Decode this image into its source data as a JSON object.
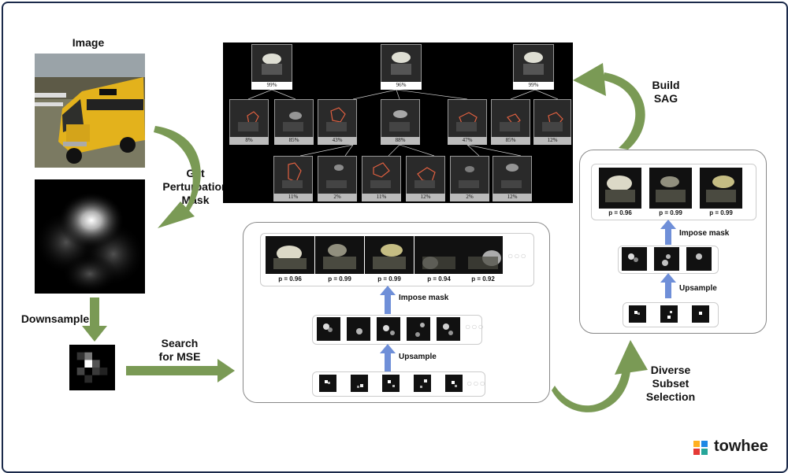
{
  "labels": {
    "image": "Image",
    "get_perturbation_mask": [
      "Get",
      "Perturbation",
      "Mask"
    ],
    "downsample": "Downsample",
    "search_for_mse": [
      "Search",
      "for MSE"
    ],
    "impose_mask": "Impose mask",
    "upsample": "Upsample",
    "build_sag": [
      "Build",
      "SAG"
    ],
    "diverse_subset_selection": [
      "Diverse",
      "Subset",
      "Selection"
    ]
  },
  "middle_panel": {
    "probabilities": [
      "p = 0.96",
      "p = 0.99",
      "p = 0.99",
      "p = 0.94",
      "p = 0.92"
    ],
    "ellipsis": "○○○"
  },
  "right_panel": {
    "probabilities": [
      "p = 0.96",
      "p = 0.99",
      "p = 0.99"
    ]
  },
  "sag": {
    "top_row": [
      "99%",
      "96%",
      "99%"
    ],
    "middle_row": [
      "8%",
      "85%",
      "43%",
      "88%",
      "47%",
      "85%",
      "12%"
    ],
    "bottom_row": [
      "11%",
      "2%",
      "11%",
      "12%",
      "2%",
      "12%"
    ]
  },
  "brand": {
    "name": "towhee"
  },
  "colors": {
    "arrow_green": "#7a9a55",
    "arrow_blue": "#6f8fd8",
    "frame": "#1b2a4a"
  }
}
